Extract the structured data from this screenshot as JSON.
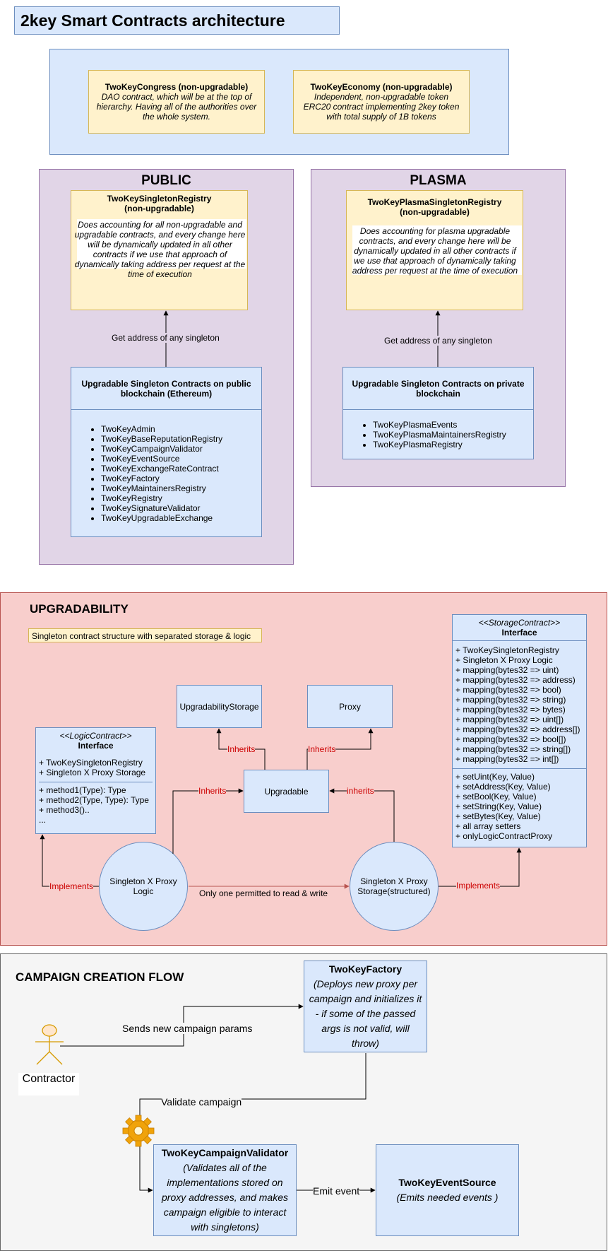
{
  "title": "2key Smart Contracts architecture",
  "top": {
    "congress": {
      "title": "TwoKeyCongress (non-upgradable)",
      "text": "DAO contract, which will be at the top of hierarchy. Having all of the authorities over the whole system."
    },
    "economy": {
      "title": "TwoKeyEconomy (non-upgradable)",
      "text": "Independent, non-upgradable token ERC20 contract implementing 2key token with total supply of 1B tokens"
    }
  },
  "public": {
    "heading": "PUBLIC",
    "registry_title": "TwoKeySingletonRegistry",
    "registry_subtitle": "(non-upgradable)",
    "registry_text": "Does accounting for all non-upgradable and upgradable contracts, and every change here will be dynamically updated in all other contracts if we use that approach of dynamically taking address per request at the time of execution",
    "edge_label": "Get address of any singleton",
    "contracts_title": "Upgradable Singleton Contracts on public blockchain (Ethereum)",
    "contracts": [
      "TwoKeyAdmin",
      "TwoKeyBaseReputationRegistry",
      "TwoKeyCampaignValidator",
      "TwoKeyEventSource",
      "TwoKeyExchangeRateContract",
      "TwoKeyFactory",
      "TwoKeyMaintainersRegistry",
      "TwoKeyRegistry",
      "TwoKeySignatureValidator",
      "TwoKeyUpgradableExchange"
    ]
  },
  "plasma": {
    "heading": "PLASMA",
    "registry_title": "TwoKeyPlasmaSingletonRegistry",
    "registry_subtitle": "(non-upgradable)",
    "registry_text": "Does accounting for plasma upgradable contracts, and every change here will be dynamically updated in all other contracts if we use that approach of dynamically taking address per request at the time of execution",
    "edge_label": "Get address of any singleton",
    "contracts_title": "Upgradable Singleton Contracts on private blockchain",
    "contracts": [
      "TwoKeyPlasmaEvents",
      "TwoKeyPlasmaMaintainersRegistry",
      "TwoKeyPlasmaRegistry"
    ]
  },
  "upgradability": {
    "heading": "UPGRADABILITY",
    "note": "Singleton contract structure with separated storage & logic",
    "logic_iface": {
      "stereotype": "<<LogicContract>>",
      "name": "Interface",
      "attrs": [
        "+ TwoKeySingletonRegistry",
        "+ Singleton X Proxy Storage"
      ],
      "methods": [
        "+ method1(Type): Type",
        "+ method2(Type, Type): Type",
        "+ method3()..",
        "..."
      ]
    },
    "storage_iface": {
      "stereotype": "<<StorageContract>>",
      "name": "Interface",
      "attrs": [
        "+ TwoKeySingletonRegistry",
        "+ Singleton X Proxy Logic",
        "+ mapping(bytes32 => uint)",
        "+ mapping(bytes32 => address)",
        "+ mapping(bytes32 => bool)",
        "+ mapping(bytes32 => string)",
        "+ mapping(bytes32 => bytes)",
        "+ mapping(bytes32 => uint[])",
        "+ mapping(bytes32 => address[])",
        "+ mapping(bytes32 => bool[])",
        "+ mapping(bytes32 => string[])",
        "+ mapping(bytes32 => int[])"
      ],
      "methods": [
        "+ setUint(Key, Value)",
        "+ setAddress(Key, Value)",
        "+ setBool(Key, Value)",
        "+ setString(Key, Value)",
        "+ setBytes(Key, Value)",
        "+ all array setters",
        "+ onlyLogicContractProxy"
      ]
    },
    "upgradability_storage": "UpgradabilityStorage",
    "proxy": "Proxy",
    "upgradable": "Upgradable",
    "logic_node": "Singleton X Proxy Logic",
    "storage_node": "Singleton X Proxy Storage(structured)",
    "lbl_inherits_1": "Inherits",
    "lbl_inherits_2": "Inherits",
    "lbl_inherits_3": "Inherits",
    "lbl_inherits_4": "inherits",
    "lbl_implements_1": "Implements",
    "lbl_implements_2": "Implements",
    "lbl_only_one": "Only one permitted to read & write"
  },
  "campaign": {
    "heading": "CAMPAIGN CREATION FLOW",
    "actor": "Contractor",
    "lbl_sends": "Sends new campaign params",
    "factory": {
      "title": "TwoKeyFactory",
      "text": "(Deploys new proxy per campaign and initializes it - if some of the passed args is not valid, will throw)"
    },
    "lbl_validate": "Validate campaign",
    "validator": {
      "title": "TwoKeyCampaignValidator",
      "text": "(Validates all of the implementations stored on proxy addresses, and makes campaign eligible to interact with singletons)"
    },
    "lbl_emit": "Emit event",
    "event_source": {
      "title": "TwoKeyEventSource",
      "text": "(Emits needed events )"
    }
  },
  "colors": {
    "blue_fill": "#dae8fc",
    "yellow_fill": "#fff2cc",
    "purple_fill": "#e1d5e7",
    "red_fill": "#f8cecc",
    "gray_fill": "#f5f5f5",
    "red_label": "#cc0000",
    "gear": "#f0a30a"
  }
}
